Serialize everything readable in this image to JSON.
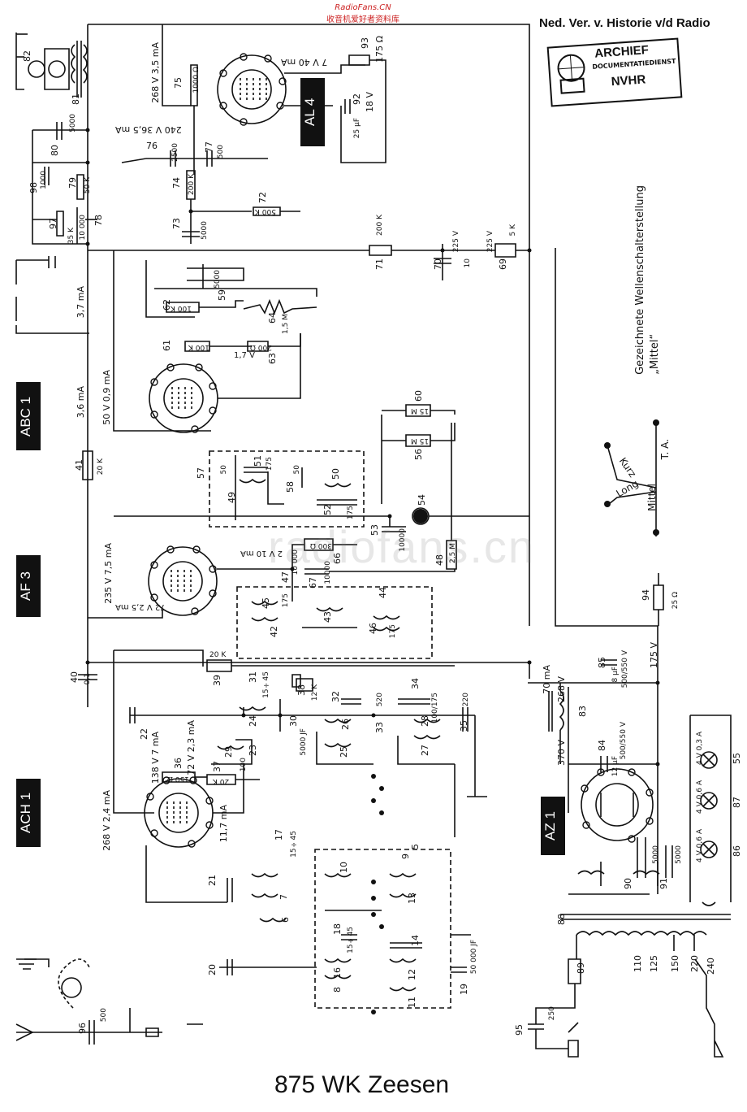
{
  "site_mark": {
    "domain": "RadioFans.CN",
    "tagline": "收音机爱好者资料库"
  },
  "header": {
    "society": "Ned. Ver. v. Historie v/d Radio"
  },
  "stamp": {
    "line1": "ARCHIEF",
    "line2": "DOCUMENTATIEDIENST",
    "line3": "NVHR"
  },
  "watermark": "radiofans.cn",
  "title": "875 WK Zeesen",
  "tubes": {
    "al4": "AL 4",
    "abc1": "ABC 1",
    "af3": "AF 3",
    "ach1": "ACH 1",
    "az1": "AZ 1"
  },
  "wave_switch": {
    "caption_line1": "Gezeichnete Wellenschalterstellung",
    "caption_line2": "„Mittel“",
    "ta": "T. A.",
    "kurz": "Kurz",
    "long": "Long",
    "mittel": "Mittel"
  },
  "components": {
    "c93": "93",
    "c93v": "175 Ω",
    "c75": "75",
    "c75v": "1000 Ω",
    "c75a": "268 V 3,5 mA",
    "c92": "92",
    "c92v": "18 V",
    "c92c": "25 μF",
    "c4a": "7 V 40 mA",
    "c80": "80",
    "c80v": "5000",
    "c80a": "240 V 36,5 mA",
    "c76": "76",
    "c76v": "2500",
    "c77": "77",
    "c77v": "500",
    "c81": "81",
    "c82": "82",
    "c98": "98",
    "c98v": "1000",
    "c79": "79",
    "c79v": "50 K",
    "c97": "97",
    "c97v": "35 K",
    "c78": "78",
    "c78v": "10 000",
    "c74": "74",
    "c74v": "200 K",
    "c72": "72",
    "c72v": "500 K",
    "c73": "73",
    "c73v": "5000",
    "c71": "71",
    "c71v": "200 K",
    "c70": "70",
    "c70v": "10",
    "c69": "69",
    "c69v": "5 K",
    "v225a": "225 V",
    "v225b": "225 V",
    "a37": "3,7 mA",
    "c60v": "5000",
    "c59": "59",
    "c62": "62",
    "c62v": "100 K",
    "c64": "64",
    "c64v": "1,5 M",
    "c61": "61",
    "c61v": "100 K",
    "c63": "63",
    "c63v": "200 Ω",
    "v17": "1,7 V",
    "a50": "50 V 0,9 mA",
    "a36": "3,6 mA",
    "c60": "60",
    "c60r": "15 M",
    "c56": "56",
    "c56r": "15 M",
    "c41": "41",
    "c41v": "20 K",
    "c57": "57",
    "c57v": "50",
    "c51": "51",
    "c51v": "175",
    "c49": "49",
    "c58": "58",
    "c58v": "50",
    "c50": "50",
    "c52": "52",
    "c52v": "175",
    "c54": "54",
    "c53": "53",
    "c53v": "10000",
    "a2v": "2 V 10 mA",
    "c65v": "300 Ω",
    "c66": "66",
    "c67": "67",
    "c67v": "10000",
    "c47": "47",
    "c47v": "10 000",
    "c48": "48",
    "c48v": "2,5 M",
    "a235": "235 V 7,5 mA",
    "a72": "72 V 2,5 mA",
    "c45": "45",
    "c45v": "175",
    "c42": "42",
    "c43": "43",
    "c44": "44",
    "c46": "46",
    "c46v": "175",
    "c94": "94",
    "c94v": "25 Ω",
    "c40": "40",
    "c40v": "0,1",
    "c39": "39",
    "c39v": "20 K",
    "c31": "31",
    "c31v": "15÷45",
    "c38": "38",
    "c38v": "12 K",
    "c32": "32",
    "c32v": "520",
    "c34": "34",
    "c34v": "220",
    "c22": "22",
    "c24": "24",
    "c26": "26",
    "c28": "28",
    "c28v": "100/175",
    "c30": "30",
    "c30v": "5000 JF",
    "c33": "33",
    "c35": "35",
    "c25": "25",
    "c27": "27",
    "c29": "29",
    "c23": "23",
    "c23v": "100",
    "a138": "138 V 7 mA",
    "a722": "72 V 2,3 mA",
    "c36": "36",
    "c36v": "150 Ω",
    "c37": "37",
    "c37v": "20 K",
    "a268": "268 V 2,4 mA",
    "a117": "11,7 mA",
    "c85": "85",
    "c85v": "500/550 V",
    "c85c": "8 μF",
    "c86": "86",
    "v268": "268 V",
    "a70": "70 mA",
    "c83": "83",
    "v175": "175 V",
    "v370": "370 V",
    "c84": "84",
    "c84v": "500/550 V",
    "c84c": "12 μF",
    "l55": "55",
    "l55v": "4 V 0,3 A",
    "l87": "87",
    "l87v": "4 V 0,6 A",
    "l86": "86",
    "l86v": "4 V 0,6 A",
    "c90": "90",
    "c90v": "5000",
    "c91": "91",
    "c91v": "5000",
    "c17": "17",
    "c17v": "15÷45",
    "c10": "10",
    "c9": "9",
    "c5": "5",
    "c21": "21",
    "c7": "7",
    "c13": "13",
    "c6": "6",
    "c18": "18",
    "c18v": "15÷45",
    "c14": "14",
    "c20": "20",
    "c16": "16",
    "c8": "8",
    "c12": "12",
    "c11": "11",
    "c19": "19",
    "c19v": "50 000 JF",
    "c88": "88",
    "c89": "89",
    "t110": "110",
    "t125": "125",
    "t150": "150",
    "t220": "220",
    "t240": "240",
    "c95": "95",
    "c95v": "250",
    "c96": "96",
    "c96v": "500"
  }
}
